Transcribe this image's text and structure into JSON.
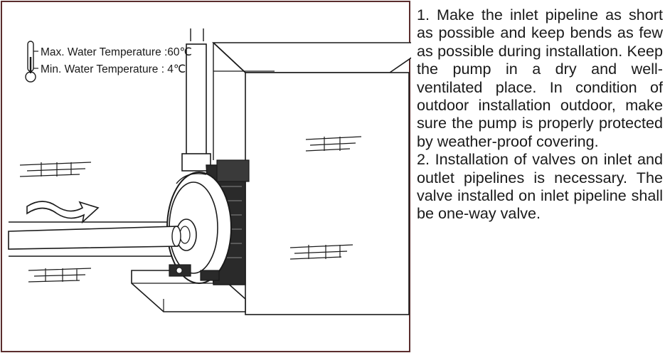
{
  "diagram": {
    "temperature": {
      "max": "Max. Water Temperature :60℃",
      "min": "Min. Water Temperature : 4℃"
    }
  },
  "instructions": {
    "item1": "1. Make the inlet pipeline as short as possible and keep bends as few as possible during installation. Keep the pump in a dry and well-ventilated place. In condition of outdoor installation outdoor, make sure the pump is properly protected by weather-proof covering.",
    "item2": "2. Installation of valves on inlet and outlet pipelines is necessary. The valve installed on inlet pipeline shall be one-way valve."
  },
  "icons": {
    "thermometer": "thermometer-icon",
    "flow_arrow": "flow-arrow-icon",
    "pump": "pump-icon",
    "brick": "brick-wall-icon"
  },
  "colors": {
    "line": "#1a1a1a",
    "border": "#5a2d2d",
    "background": "#ffffff"
  }
}
